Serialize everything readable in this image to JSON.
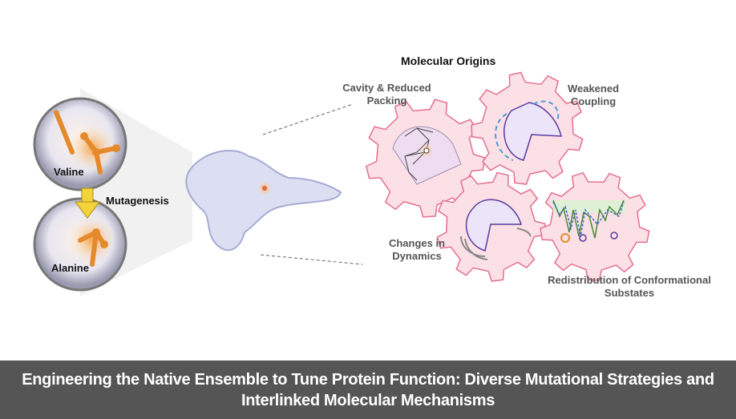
{
  "figure": {
    "heading": "Molecular Origins",
    "labels": {
      "cavity": "Cavity & Reduced Packing",
      "coupling": "Weakened Coupling",
      "dynamics": "Changes in Dynamics",
      "substates": "Redistribution of Conformational Substates",
      "valine": "Valine",
      "mutagenesis": "Mutagenesis",
      "alanine": "Alanine"
    },
    "colors": {
      "gear_fill": "#fbe1e6",
      "gear_stroke": "#e46f8f",
      "banner": "#555555",
      "arrow": "#f3d23a",
      "residue": "#e58a2a"
    }
  },
  "banner": {
    "title": "Engineering the Native Ensemble to Tune Protein Function: Diverse Mutational Strategies and Interlinked Molecular Mechanisms"
  }
}
